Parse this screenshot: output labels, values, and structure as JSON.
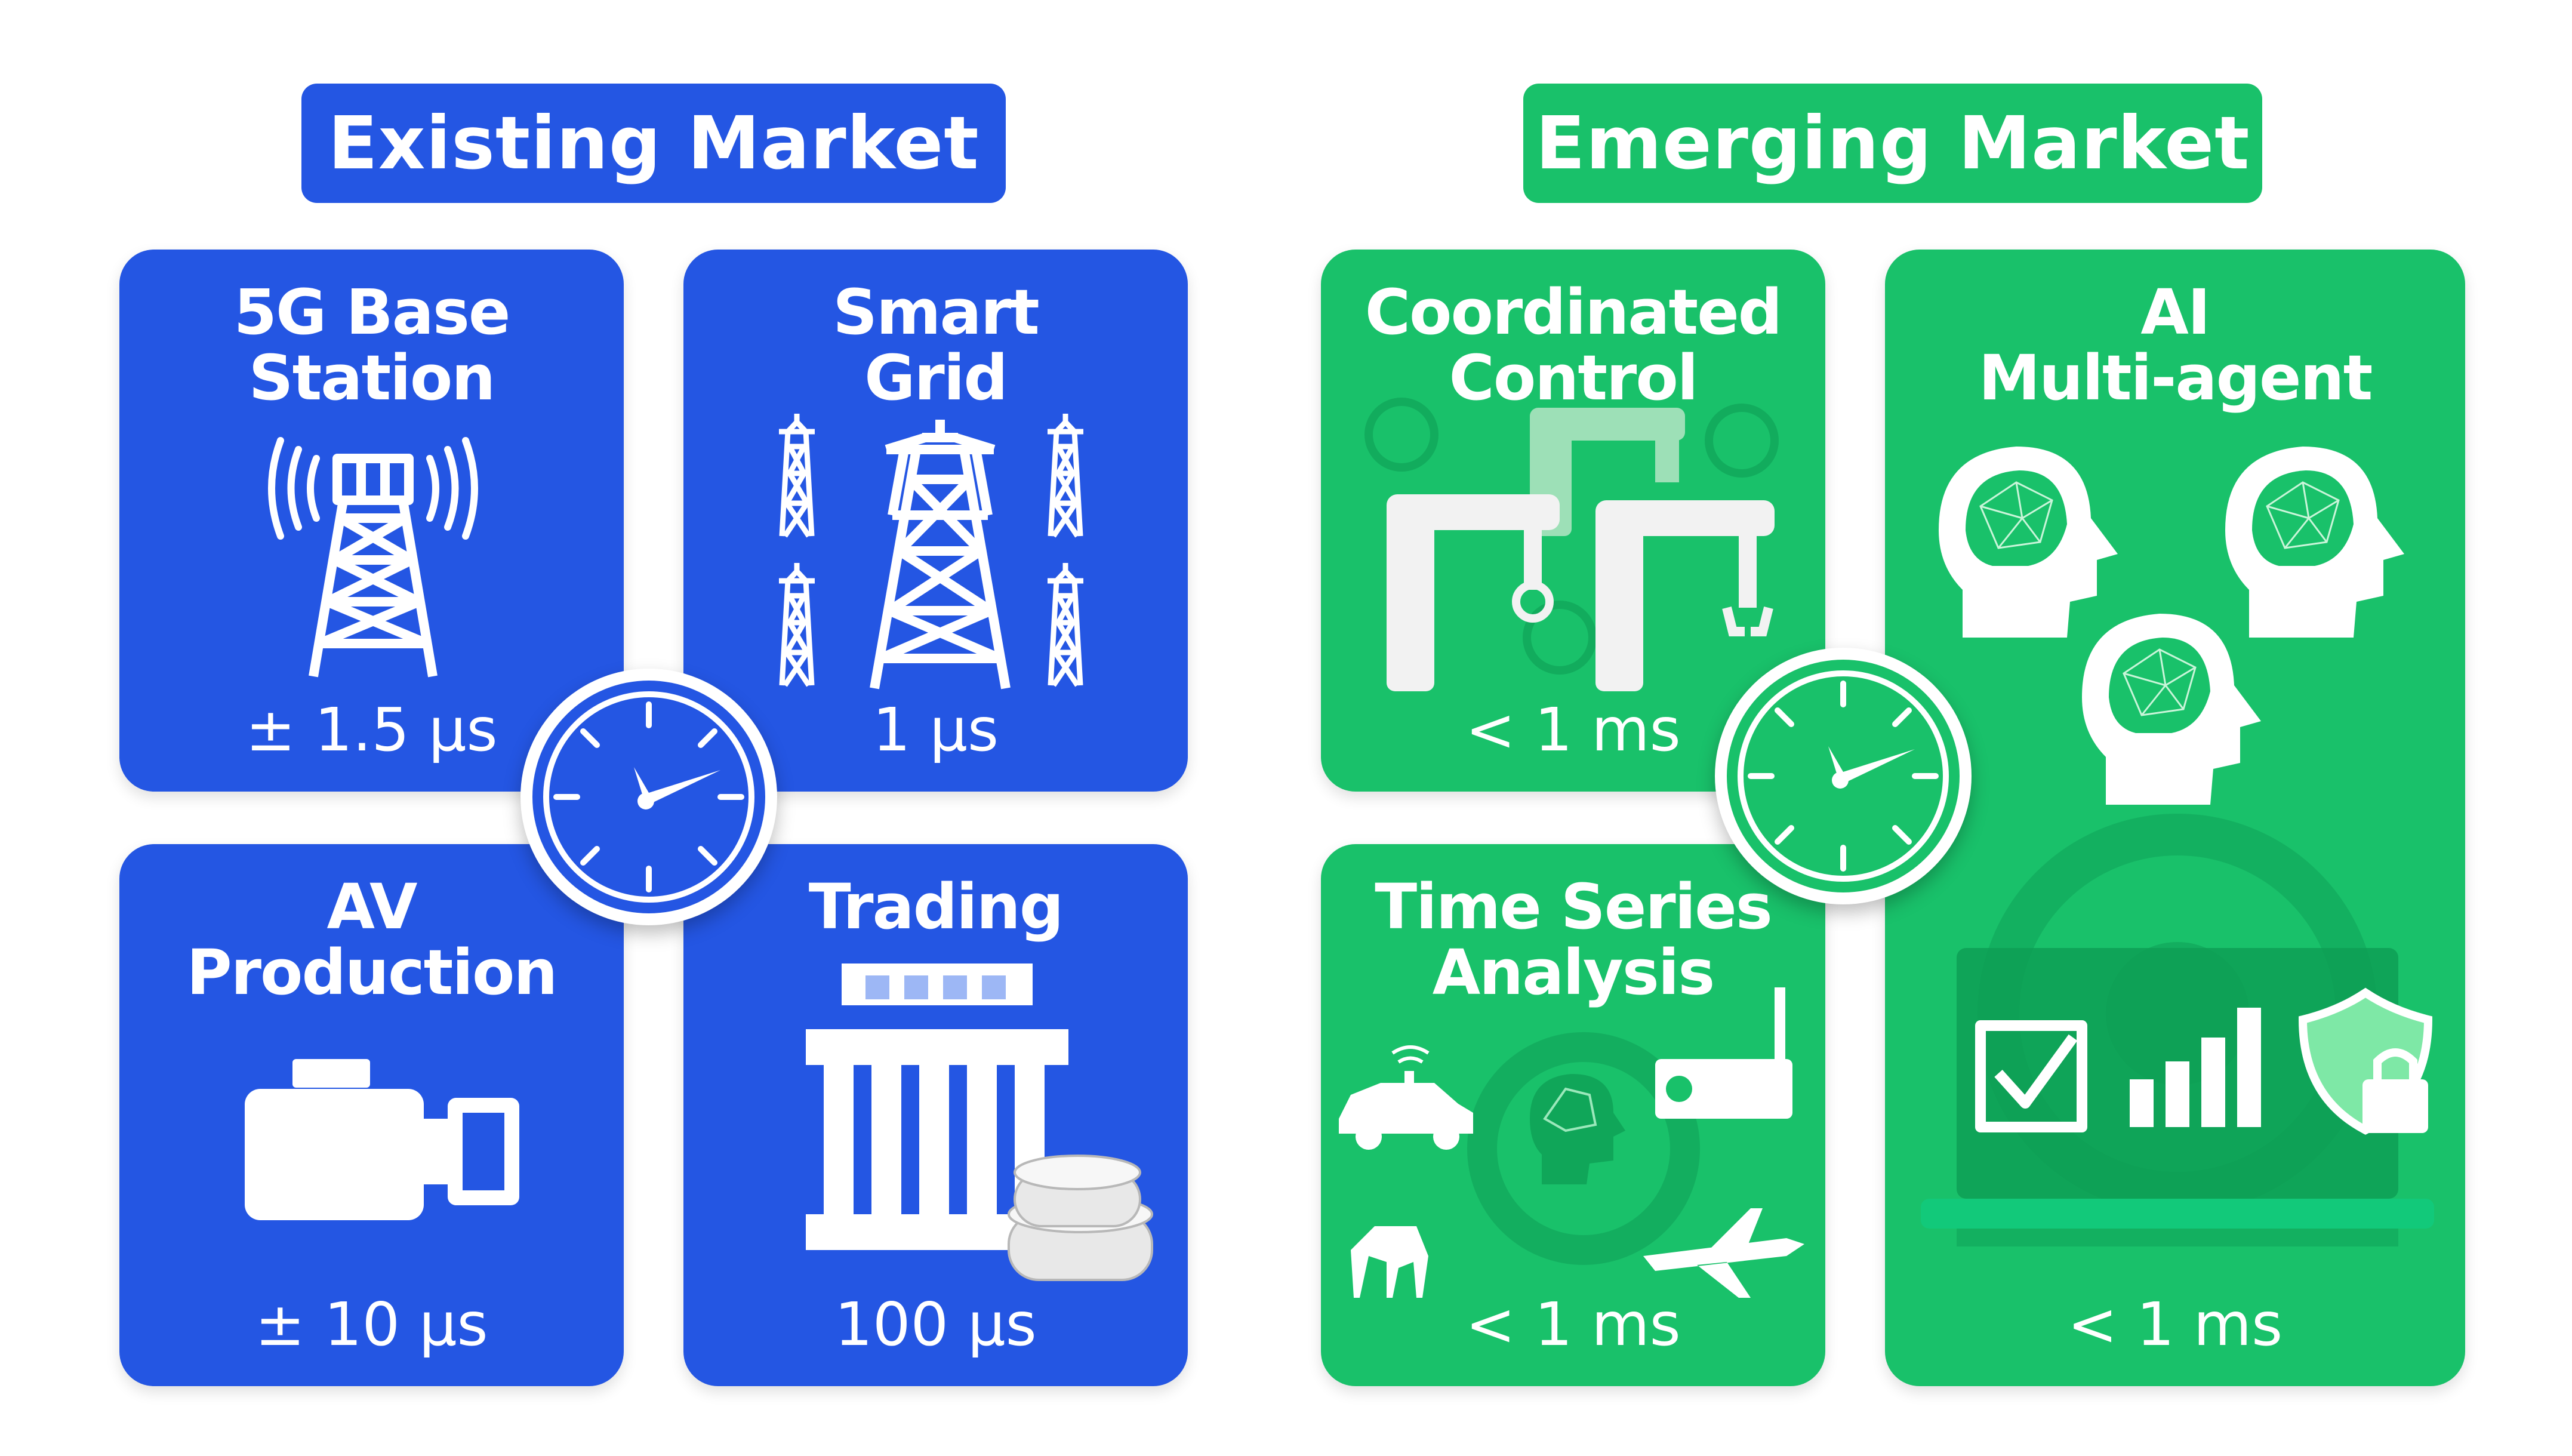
{
  "headers": {
    "existing": "Existing Market",
    "emerging": "Emerging Market"
  },
  "existing_cards": [
    {
      "title_lines": [
        "5G Base",
        "Station"
      ],
      "value": "± 1.5 μs"
    },
    {
      "title_lines": [
        "Smart",
        "Grid"
      ],
      "value": "1 μs"
    },
    {
      "title_lines": [
        "AV",
        "Production"
      ],
      "value": "± 10 μs"
    },
    {
      "title_lines": [
        "Trading"
      ],
      "value": "100 μs"
    }
  ],
  "emerging_cards": [
    {
      "title_lines": [
        "Coordinated",
        "Control"
      ],
      "value": "< 1 ms"
    },
    {
      "title_lines": [
        "Time Series",
        "Analysis"
      ],
      "value": "< 1 ms"
    },
    {
      "title_lines": [
        "AI",
        "Multi-agent"
      ],
      "value": "< 1 ms"
    }
  ],
  "colors": {
    "blue": "#2456e3",
    "green": "#19c16a",
    "dark_green": "#0e9f55",
    "light_green": "#7ee8a6"
  },
  "icons": {
    "existing_clock": "clock-icon",
    "emerging_clock": "clock-icon",
    "base_station": "cell-tower-icon",
    "smart_grid": "power-pylon-icon",
    "av_production": "video-camera-icon",
    "trading": "bank-with-coins-icon",
    "coordinated_control": "robot-arms-icon",
    "time_series": "connected-devices-icon",
    "ai_multi_agent": "ai-heads-laptop-icon"
  }
}
